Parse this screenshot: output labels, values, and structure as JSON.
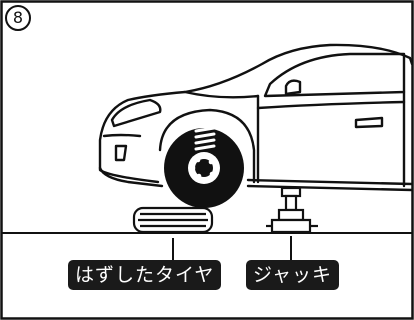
{
  "step": {
    "number": "8"
  },
  "labels": {
    "removed_tire": "はずしたタイヤ",
    "jack": "ジャッキ"
  },
  "colors": {
    "ink": "#111111",
    "label_bg": "#1a1a1a",
    "label_text": "#ffffff",
    "background": "#ffffff"
  },
  "icons": [
    "car-illustration",
    "wheel-icon",
    "spring-icon",
    "tire-icon",
    "jack-icon"
  ]
}
